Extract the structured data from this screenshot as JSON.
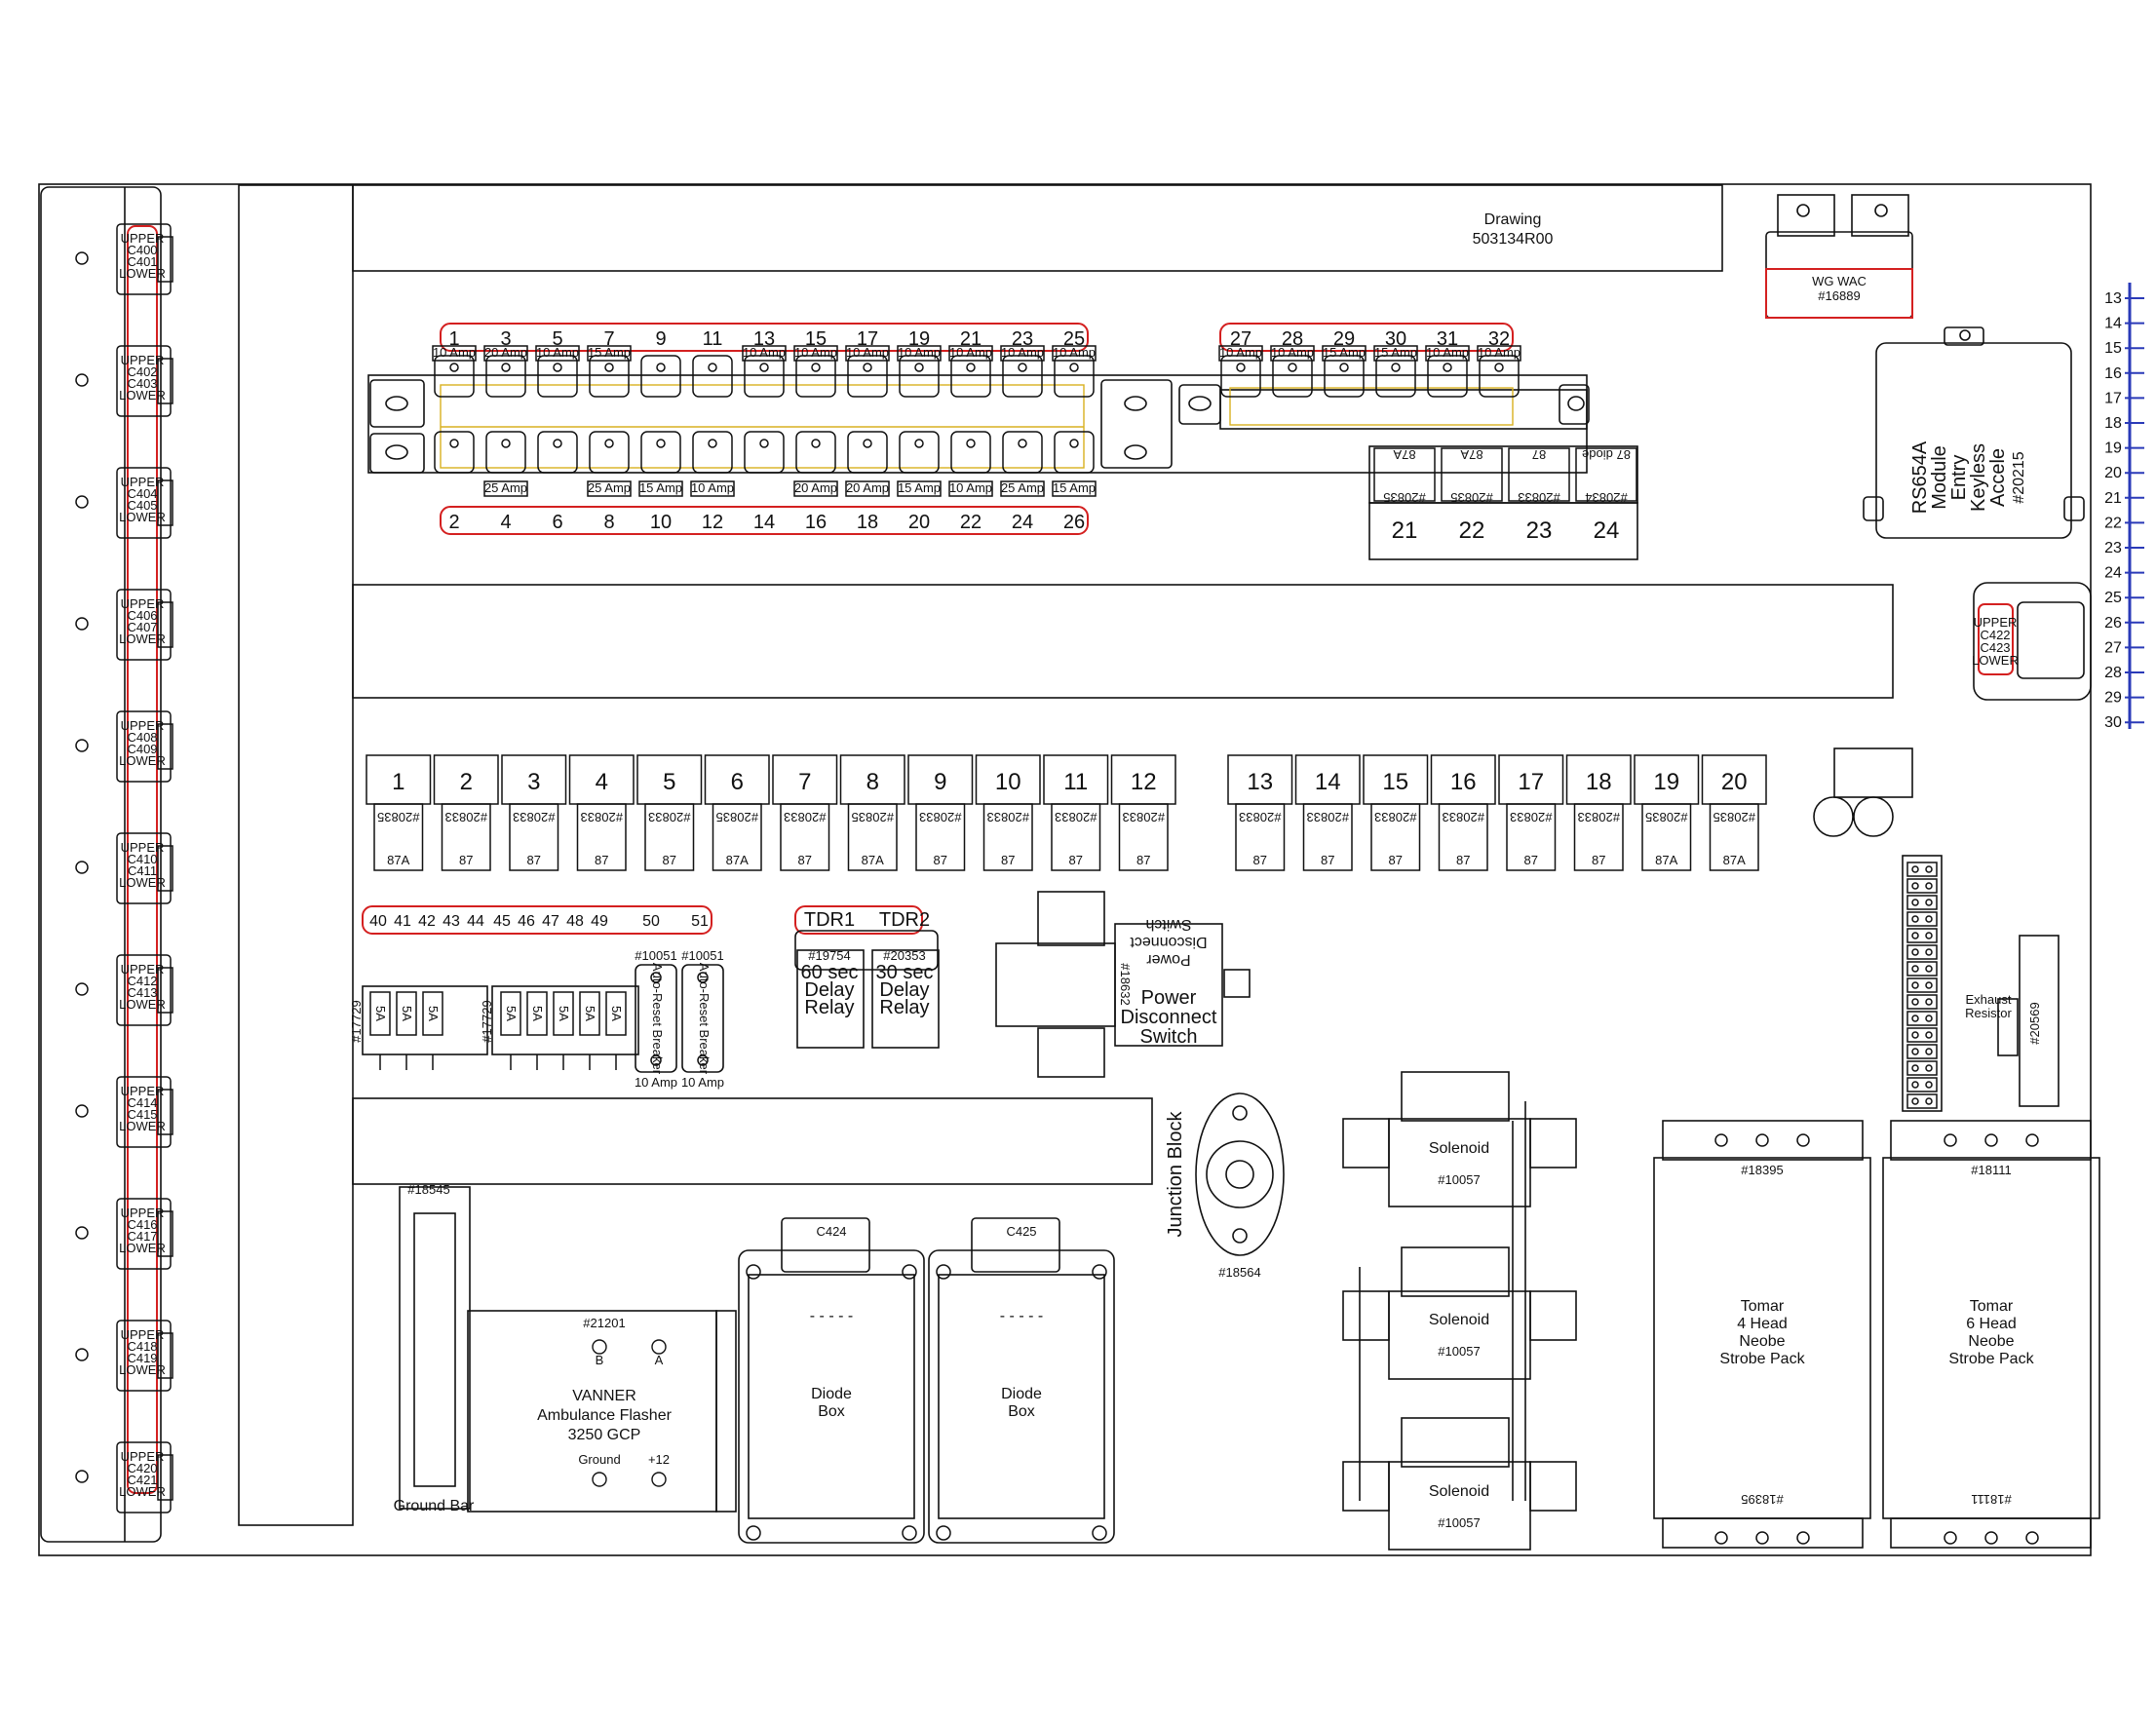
{
  "drawing": {
    "label": "Drawing",
    "number": "503134R00"
  },
  "connectors": [
    {
      "upper": "UPPER",
      "a": "C400",
      "b": "C401",
      "lower": "LOWER"
    },
    {
      "upper": "UPPER",
      "a": "C402",
      "b": "C403",
      "lower": "LOWER"
    },
    {
      "upper": "UPPER",
      "a": "C404",
      "b": "C405",
      "lower": "LOWER"
    },
    {
      "upper": "UPPER",
      "a": "C406",
      "b": "C407",
      "lower": "LOWER"
    },
    {
      "upper": "UPPER",
      "a": "C408",
      "b": "C409",
      "lower": "LOWER"
    },
    {
      "upper": "UPPER",
      "a": "C410",
      "b": "C411",
      "lower": "LOWER"
    },
    {
      "upper": "UPPER",
      "a": "C412",
      "b": "C413",
      "lower": "LOWER"
    },
    {
      "upper": "UPPER",
      "a": "C414",
      "b": "C415",
      "lower": "LOWER"
    },
    {
      "upper": "UPPER",
      "a": "C416",
      "b": "C417",
      "lower": "LOWER"
    },
    {
      "upper": "UPPER",
      "a": "C418",
      "b": "C419",
      "lower": "LOWER"
    },
    {
      "upper": "UPPER",
      "a": "C420",
      "b": "C421",
      "lower": "LOWER"
    }
  ],
  "fuses_top": [
    {
      "num": "1",
      "amp": "10 Amp"
    },
    {
      "num": "3",
      "amp": "20 Amp"
    },
    {
      "num": "5",
      "amp": "10 Amp"
    },
    {
      "num": "7",
      "amp": "15 Amp"
    },
    {
      "num": "9",
      "amp": ""
    },
    {
      "num": "11",
      "amp": ""
    },
    {
      "num": "13",
      "amp": "10 Amp"
    },
    {
      "num": "15",
      "amp": "10 Amp"
    },
    {
      "num": "17",
      "amp": "10 Amp"
    },
    {
      "num": "19",
      "amp": "10 Amp"
    },
    {
      "num": "21",
      "amp": "10 Amp"
    },
    {
      "num": "23",
      "amp": "10 Amp"
    },
    {
      "num": "25",
      "amp": "10 Amp"
    }
  ],
  "fuses_bottom": [
    {
      "num": "2",
      "amp": ""
    },
    {
      "num": "4",
      "amp": "25 Amp"
    },
    {
      "num": "6",
      "amp": ""
    },
    {
      "num": "8",
      "amp": "25 Amp"
    },
    {
      "num": "10",
      "amp": "15 Amp"
    },
    {
      "num": "12",
      "amp": "10 Amp"
    },
    {
      "num": "14",
      "amp": ""
    },
    {
      "num": "16",
      "amp": "20 Amp"
    },
    {
      "num": "18",
      "amp": "20 Amp"
    },
    {
      "num": "20",
      "amp": "15 Amp"
    },
    {
      "num": "22",
      "amp": "10 Amp"
    },
    {
      "num": "24",
      "amp": "25 Amp"
    },
    {
      "num": "26",
      "amp": "15 Amp"
    }
  ],
  "fuses_right": [
    {
      "num": "27",
      "amp": "10 Amp"
    },
    {
      "num": "28",
      "amp": "10 Amp"
    },
    {
      "num": "29",
      "amp": "15 Amp"
    },
    {
      "num": "30",
      "amp": "15 Amp"
    },
    {
      "num": "31",
      "amp": "10 Amp"
    },
    {
      "num": "32",
      "amp": "10 Amp"
    }
  ],
  "small_relays": [
    {
      "num": "21",
      "top": "87A",
      "part": "#20835"
    },
    {
      "num": "22",
      "top": "87A",
      "part": "#20835"
    },
    {
      "num": "23",
      "top": "87",
      "part": "#20833"
    },
    {
      "num": "24",
      "top": "87 diode",
      "part": "#20834"
    }
  ],
  "relays_left": [
    {
      "num": "1",
      "part": "#20835",
      "term": "87A"
    },
    {
      "num": "2",
      "part": "#20833",
      "term": "87"
    },
    {
      "num": "3",
      "part": "#20833",
      "term": "87"
    },
    {
      "num": "4",
      "part": "#20833",
      "term": "87"
    },
    {
      "num": "5",
      "part": "#20833",
      "term": "87"
    },
    {
      "num": "6",
      "part": "#20835",
      "term": "87A"
    },
    {
      "num": "7",
      "part": "#20833",
      "term": "87"
    },
    {
      "num": "8",
      "part": "#20835",
      "term": "87A"
    },
    {
      "num": "9",
      "part": "#20833",
      "term": "87"
    },
    {
      "num": "10",
      "part": "#20833",
      "term": "87"
    },
    {
      "num": "11",
      "part": "#20833",
      "term": "87"
    },
    {
      "num": "12",
      "part": "#20833",
      "term": "87"
    }
  ],
  "relays_right": [
    {
      "num": "13",
      "part": "#20833",
      "term": "87"
    },
    {
      "num": "14",
      "part": "#20833",
      "term": "87"
    },
    {
      "num": "15",
      "part": "#20833",
      "term": "87"
    },
    {
      "num": "16",
      "part": "#20833",
      "term": "87"
    },
    {
      "num": "17",
      "part": "#20833",
      "term": "87"
    },
    {
      "num": "18",
      "part": "#20833",
      "term": "87"
    },
    {
      "num": "19",
      "part": "#20835",
      "term": "87A"
    },
    {
      "num": "20",
      "part": "#20835",
      "term": "87A"
    }
  ],
  "breaker_labels": [
    "40",
    "41",
    "42",
    "43",
    "44",
    "45",
    "46",
    "47",
    "48",
    "49",
    "50",
    "51"
  ],
  "breaker_banks": [
    {
      "part": "#17729",
      "slots": [
        "5A",
        "5A",
        "5A"
      ]
    },
    {
      "part": "#17729",
      "slots": [
        "5A",
        "5A",
        "5A",
        "5A",
        "5A"
      ]
    }
  ],
  "auto_reset": [
    {
      "part": "#10051",
      "label": "Auto-Reset Breaker",
      "amp": "10 Amp"
    },
    {
      "part": "#10051",
      "label": "Auto-Reset Breaker",
      "amp": "10 Amp"
    }
  ],
  "tdr": [
    {
      "name": "TDR1",
      "part": "#19754",
      "line1": "60 sec",
      "line2": "Delay",
      "line3": "Relay"
    },
    {
      "name": "TDR2",
      "part": "#20353",
      "line1": "30 sec",
      "line2": "Delay",
      "line3": "Relay"
    }
  ],
  "power_switch": {
    "part": "#18632",
    "label1": "Power",
    "label2": "Disconnect",
    "label3": "Switch"
  },
  "junction_block": {
    "label": "Junction Block",
    "part": "#18564"
  },
  "solenoids": [
    {
      "label": "Solenoid",
      "part": "#10057"
    },
    {
      "label": "Solenoid",
      "part": "#10057"
    },
    {
      "label": "Solenoid",
      "part": "#10057"
    }
  ],
  "strobe_packs": [
    {
      "part": "#18395",
      "line1": "Tomar",
      "line2": "4 Head",
      "line3": "Neobe",
      "line4": "Strobe Pack",
      "part_bottom": "#18395"
    },
    {
      "part": "#18111",
      "line1": "Tomar",
      "line2": "6 Head",
      "line3": "Neobe",
      "line4": "Strobe Pack",
      "part_bottom": "#18111"
    }
  ],
  "ground_bar": {
    "part": "#18545",
    "label": "Ground Bar"
  },
  "flasher": {
    "part": "#21201",
    "b": "B",
    "a": "A",
    "line1": "VANNER",
    "line2": "Ambulance Flasher",
    "line3": "3250 GCP",
    "ground": "Ground",
    "plus12": "+12"
  },
  "diode_boxes": [
    {
      "conn": "C424",
      "dashes": "- - - - -",
      "line1": "Diode",
      "line2": "Box"
    },
    {
      "conn": "C425",
      "dashes": "- - - - -",
      "line1": "Diode",
      "line2": "Box"
    }
  ],
  "wg_wac": {
    "label": "WG WAC",
    "part": "#16889"
  },
  "keyless": {
    "part": "#20215",
    "line1": "Accele",
    "line2": "Keyless",
    "line3": "Entry",
    "line4": "Module",
    "line5": "RS654A"
  },
  "right_connector": {
    "upper": "UPPER",
    "a": "C422",
    "b": "C423",
    "lower": "LOWER"
  },
  "exhaust": {
    "line1": "Exhaust",
    "line2": "Resistor",
    "part": "#20569"
  },
  "ruler": [
    "13",
    "14",
    "15",
    "16",
    "17",
    "18",
    "19",
    "20",
    "21",
    "22",
    "23",
    "24",
    "25",
    "26",
    "27",
    "28",
    "29",
    "30"
  ],
  "colors": {
    "line": "#111111",
    "red": "#d42020",
    "yellow": "#d8b020",
    "blue": "#2a3ab8"
  }
}
